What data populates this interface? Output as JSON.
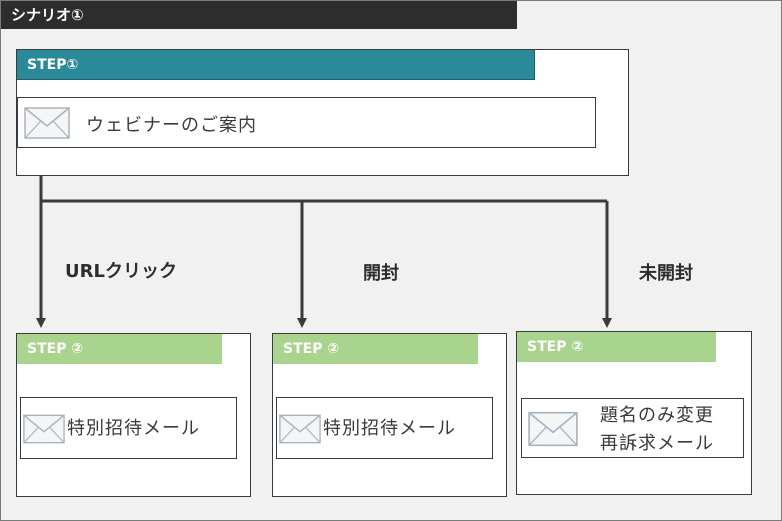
{
  "scenario_title": "シナリオ①",
  "step1": {
    "label": "STEP①",
    "mail": {
      "icon": "envelope-icon",
      "text": "ウェビナーのご案内"
    }
  },
  "branches": [
    {
      "condition": "URLクリック",
      "step_label": "STEP ②",
      "mail": {
        "icon": "envelope-icon",
        "lines": [
          "特別招待メール"
        ]
      }
    },
    {
      "condition": "開封",
      "step_label": "STEP ②",
      "mail": {
        "icon": "envelope-icon",
        "lines": [
          "特別招待メール"
        ]
      }
    },
    {
      "condition": "未開封",
      "step_label": "STEP ②",
      "mail": {
        "icon": "envelope-icon",
        "lines": [
          "題名のみ変更",
          "再訴求メール"
        ]
      }
    }
  ],
  "colors": {
    "title_bg": "#2d2d2d",
    "step1_bar": "#2b8a9a",
    "step2_bar": "#a8d48e",
    "connector": "#3a3a3a",
    "canvas_bg": "#f1f1f1"
  }
}
